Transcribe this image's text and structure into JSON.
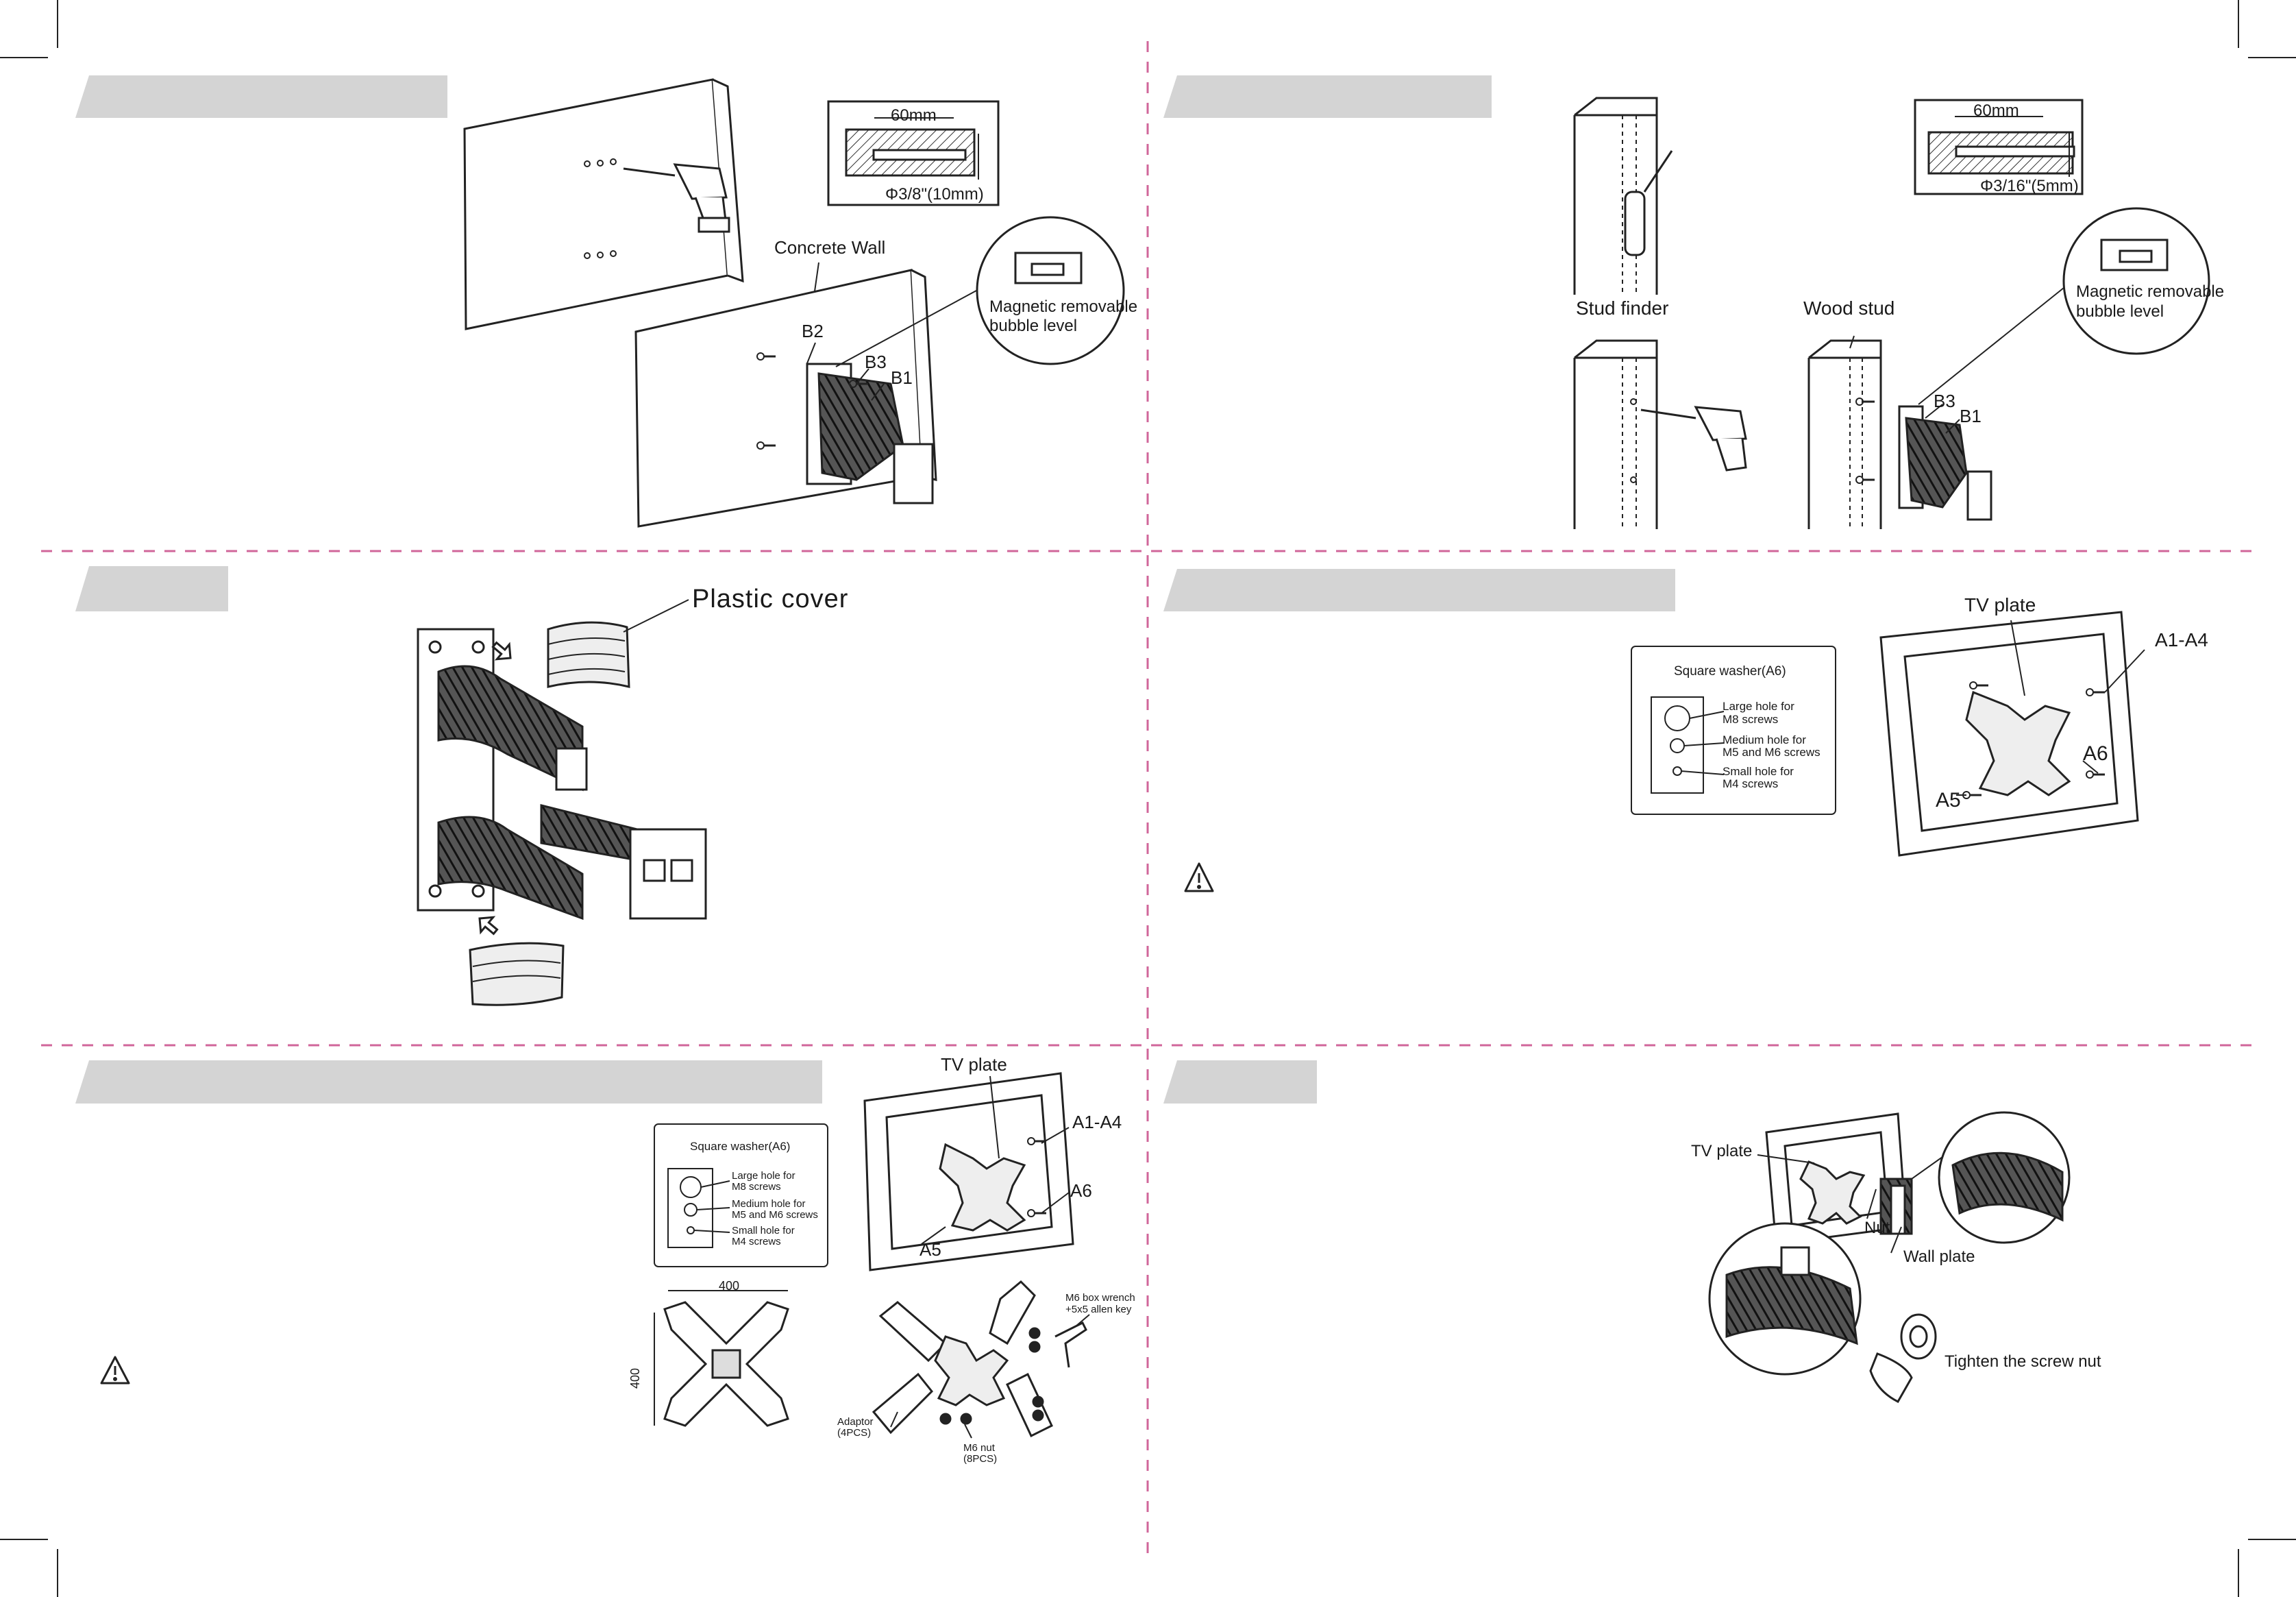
{
  "panel_top_left": {
    "dim_width": "60mm",
    "drill_size": "Φ3/8\"(10mm)",
    "wall_label": "Concrete Wall",
    "level_label_1": "Magnetic removable",
    "level_label_2": "bubble level",
    "part_b2": "B2",
    "part_b3": "B3",
    "part_b1": "B1"
  },
  "panel_top_right": {
    "dim_width": "60mm",
    "drill_size": "Φ3/16\"(5mm)",
    "stud_finder_label": "Stud finder",
    "wood_stud_label": "Wood stud",
    "level_label_1": "Magnetic removable",
    "level_label_2": "bubble level",
    "part_b3": "B3",
    "part_b1": "B1"
  },
  "panel_mid_left": {
    "cover_label": "Plastic cover"
  },
  "panel_mid_right": {
    "washer_title": "Square washer(A6)",
    "large_hole_1": "Large hole for",
    "large_hole_2": "M8 screws",
    "medium_hole_1": "Medium hole for",
    "medium_hole_2": "M5 and M6 screws",
    "small_hole_1": "Small hole for",
    "small_hole_2": "M4 screws",
    "tv_plate": "TV plate",
    "part_a1a4": "A1-A4",
    "part_a6": "A6",
    "part_a5": "A5"
  },
  "panel_bottom_left": {
    "washer_title": "Square washer(A6)",
    "large_hole_1": "Large hole for",
    "large_hole_2": "M8 screws",
    "medium_hole_1": "Medium hole for",
    "medium_hole_2": "M5 and M6 screws",
    "small_hole_1": "Small hole for",
    "small_hole_2": "M4 screws",
    "tv_plate": "TV plate",
    "part_a1a4": "A1-A4",
    "part_a6": "A6",
    "part_a5": "A5",
    "dim_400_h": "400",
    "dim_400_v": "400",
    "wrench_1": "M6 box wrench",
    "wrench_2": "+5x5  allen  key",
    "adaptor_1": "Adaptor",
    "adaptor_2": "(4PCS)",
    "nut_1": "M6 nut",
    "nut_2": "(8PCS)"
  },
  "panel_bottom_right": {
    "tv_plate": "TV plate",
    "nut_label": "Nut",
    "wall_plate": "Wall plate",
    "tighten_label": "Tighten the screw nut"
  },
  "colors": {
    "header_band": "#d4d4d4",
    "divider": "#d0669a",
    "line": "#222222"
  }
}
